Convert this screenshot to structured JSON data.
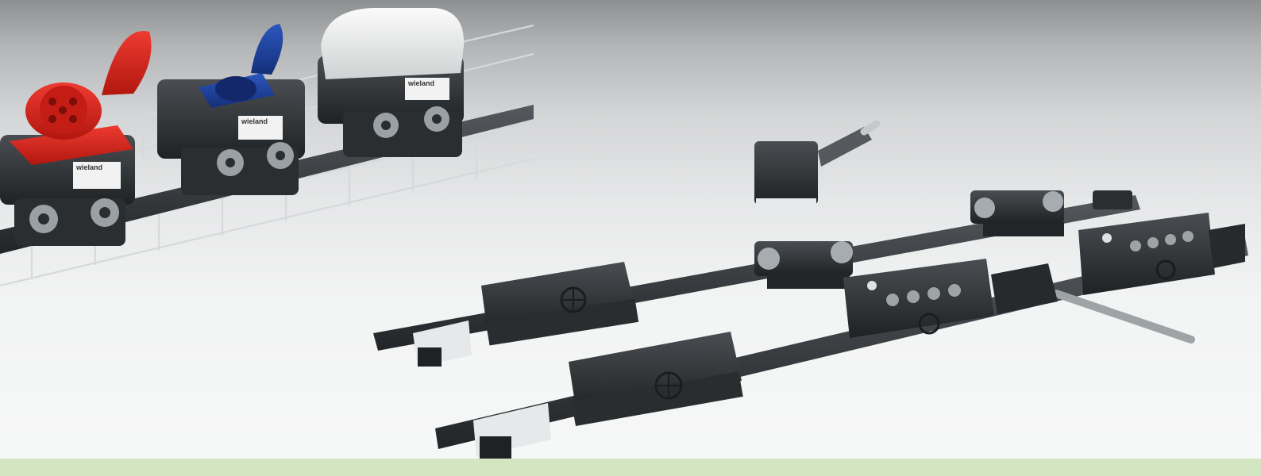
{
  "scene": {
    "background_top": "#8d8f91",
    "background_bottom": "#f7f8f8",
    "band_color": "#d3e6c1",
    "housing_color": "#2e3134",
    "cable_color": "#3a3d40",
    "socket_red": "#d9231b",
    "socket_blue": "#1c3f9a",
    "cover_white": "#efefef"
  },
  "labels": {
    "brand_1": "wieland",
    "brand_2": "wieland",
    "brand_3": "wieland"
  }
}
